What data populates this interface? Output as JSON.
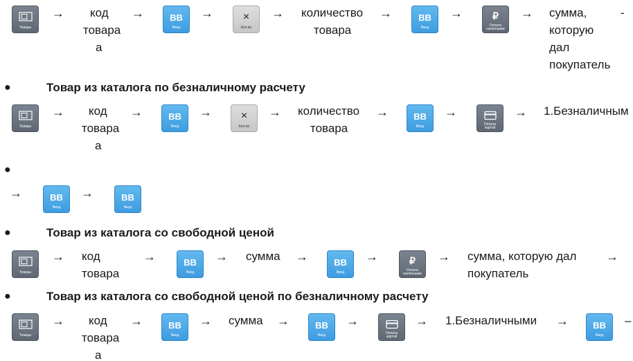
{
  "keys": {
    "goods_caption": "Товары",
    "enter_label": "BB",
    "enter_caption": "Ввод",
    "qty_symbol": "×",
    "qty_caption": "Кол-во",
    "cash_symbol": "₽",
    "cash_caption_1": "Оплата",
    "cash_caption_2": "наличными",
    "card_caption_1": "Оплата",
    "card_caption_2": "картой"
  },
  "glyphs": {
    "arrow": "→",
    "bullet": "●"
  },
  "text": {
    "kod": "код",
    "tovara": "товара",
    "a": "а",
    "kolichestvo": "количество",
    "summa": "сумма",
    "summa_comma": "сумма,",
    "kotoruyu": "которую",
    "dal": "дал",
    "pokupatel": "покупатель",
    "summa_kotoruyu_dal": "сумма, которую дал",
    "beznal_1": "1.Безналичным",
    "beznal_2": "1.Безналичными",
    "dash": "-",
    "dash_long": "–"
  },
  "headings": {
    "cashless": "Товар из каталога по безналичному расчету",
    "free_price": "Товар из каталога со свободной ценой",
    "free_price_cashless": "Товар из каталога со свободной ценой по безналичному расчету"
  },
  "colors": {
    "blue_key": "#4aa8e8",
    "dark_key": "#6b7480",
    "light_key": "#d4d4d4"
  }
}
